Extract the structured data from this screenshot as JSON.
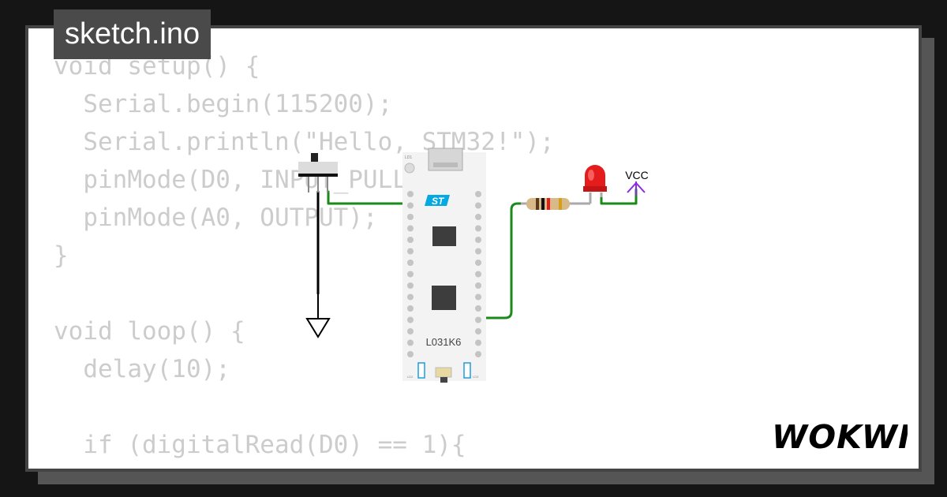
{
  "file_tab": {
    "filename": "sketch.ino"
  },
  "code_lines": [
    "void setup() {",
    "  Serial.begin(115200);",
    "  Serial.println(\"Hello, STM32!\");",
    "  pinMode(D0, INPUT_PULLUP);",
    "  pinMode(A0, OUTPUT);",
    "}",
    "",
    "void loop() {",
    "  delay(10);",
    "",
    "  if (digitalRead(D0) == 1){"
  ],
  "board": {
    "model_label": "L031K6",
    "led_labels": [
      "LD1",
      "LD2",
      "LD3"
    ]
  },
  "vcc_label": "VCC",
  "brand": {
    "name": "WOKWI"
  },
  "colors": {
    "wire": "#1a8a1a",
    "gnd_wire": "#000000",
    "vcc_symbol": "#8a2be2",
    "led_red": "#e51c1c",
    "st_logo": "#03a9e0",
    "code_text": "#cccccc"
  }
}
